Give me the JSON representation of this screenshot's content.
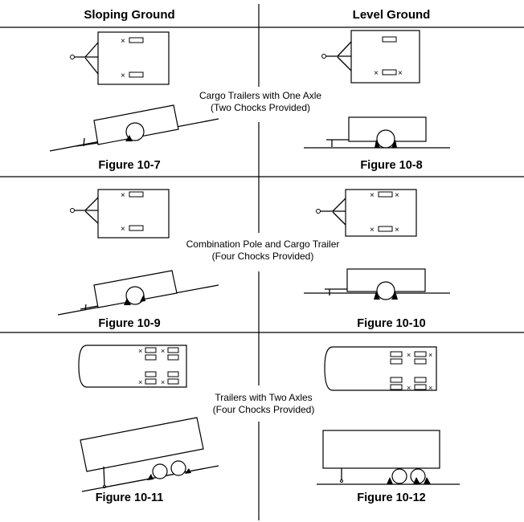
{
  "headers": {
    "sloping": "Sloping Ground",
    "level": "Level Ground"
  },
  "sections": [
    {
      "caption_line1": "Cargo Trailers with One Axle",
      "caption_line2": "(Two Chocks Provided)",
      "left_figure": "Figure 10-7",
      "right_figure": "Figure 10-8"
    },
    {
      "caption_line1": "Combination  Pole  and  Cargo Trailer",
      "caption_line2": "(Four Chocks  Provided)",
      "left_figure": "Figure 10-9",
      "right_figure": "Figure 10-10"
    },
    {
      "caption_line1": "Trailers  with Two Axles",
      "caption_line2": "(Four Chocks Provided)",
      "left_figure": "Figure 10-11",
      "right_figure": "Figure 10-12"
    }
  ]
}
